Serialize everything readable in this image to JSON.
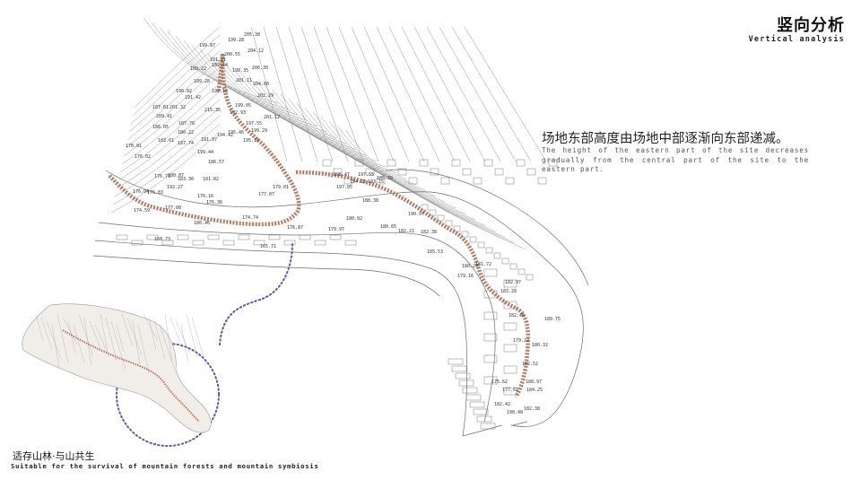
{
  "header": {
    "title_cn": "竖向分析",
    "title_en": "Vertical analysis"
  },
  "description": {
    "cn": "场地东部高度由场地中部逐渐向东部递减。",
    "en": "The height of the eastern part of the site decreases gradually from the central part of the site to the eastern part."
  },
  "caption": {
    "cn": "适存山林·与山共生",
    "en": "Suitable for the survival of mountain forests and mountain symbiosis"
  },
  "colors": {
    "route": "#b07a62",
    "leader": "#5a5aa8",
    "linework": "#7a7a7a"
  },
  "elevations": [
    "205.38",
    "199.28",
    "199.87",
    "204.12",
    "200.55",
    "191.21",
    "189.54",
    "206.30",
    "189.22",
    "198.35",
    "201.11",
    "204.60",
    "189.28",
    "192.10",
    "190.02",
    "202.29",
    "191.42",
    "199.05",
    "201.32",
    "187.81",
    "215.35",
    "192.93",
    "209.41",
    "201.12",
    "187.78",
    "197.55",
    "180.22",
    "195.46",
    "194.42",
    "199.29",
    "191.97",
    "195.10",
    "186.05",
    "183.61",
    "187.74",
    "178.81",
    "199.44",
    "186.57",
    "176.02",
    "180.87",
    "176.73",
    "183.30",
    "181.82",
    "179.01",
    "177.07",
    "192.27",
    "176.83",
    "176.04",
    "176.16",
    "176.36",
    "177.08",
    "174.59",
    "168.73",
    "174.74",
    "180.46",
    "165.71",
    "176.87",
    "179.97",
    "180.92",
    "180.65",
    "182.21",
    "182.38",
    "185.53",
    "195.47",
    "197.55",
    "193.15",
    "194.23",
    "185.39",
    "197.05",
    "188.38",
    "190.97",
    "181.72",
    "180.29",
    "179.16",
    "182.97",
    "183.28",
    "189.75",
    "182.46",
    "179.22",
    "180.32",
    "182.52",
    "175.62",
    "177.62",
    "188.97",
    "184.25",
    "182.42",
    "190.48",
    "182.38"
  ]
}
